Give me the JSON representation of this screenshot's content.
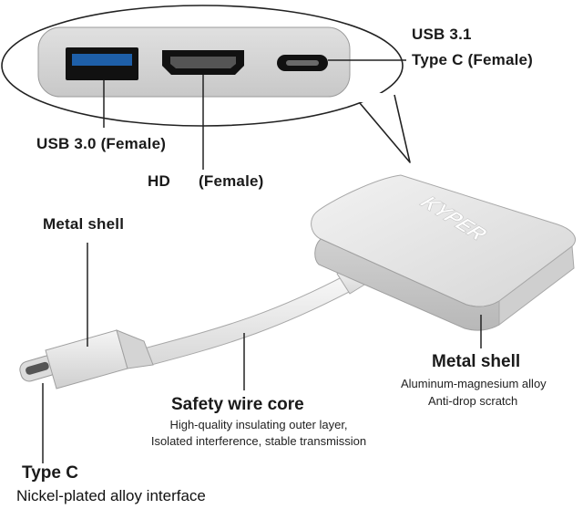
{
  "labels": {
    "usb31_title": "USB 3.1",
    "usb31_type": "Type C (Female)",
    "usb30": "USB 3.0 (Female)",
    "hd": "HD",
    "hd_female": "(Female)",
    "metal_shell_top": "Metal shell",
    "metal_shell_right": "Metal shell",
    "metal_shell_desc_1": "Aluminum-magnesium alloy",
    "metal_shell_desc_2": "Anti-drop scratch",
    "safety_wire_title": "Safety wire core",
    "safety_wire_desc_1": "High-quality insulating outer layer,",
    "safety_wire_desc_2": "Isolated interference, stable transmission",
    "type_c_title": "Type C",
    "type_c_desc": "Nickel-plated alloy interface"
  },
  "brand": "KYPER",
  "colors": {
    "usb_blue": "#1e5fa8",
    "shell_light": "#e4e4e4",
    "shell_dark": "#c9c9c9",
    "line": "#222222"
  }
}
